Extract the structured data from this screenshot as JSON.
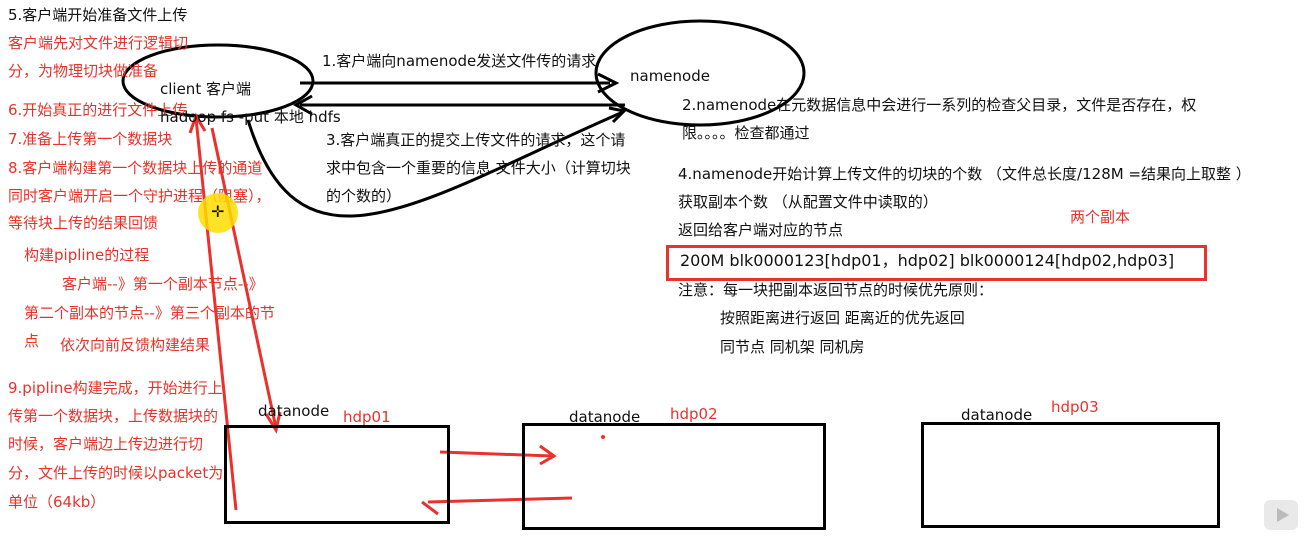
{
  "left": {
    "step5_title": "5.客户端开始准备文件上传",
    "step5_l1": "客户端先对文件进行逻辑切",
    "step5_l2": "分，为物理切块做准备",
    "step6": "6.开始真正的进行文件上传",
    "step7": "7.准备上传第一个数据块",
    "step8_l1": "8.客户端构建第一个数据块上传的通道",
    "step8_l2": "同时客户端开启一个守护进程（阻塞），",
    "step8_l3": "等待块上传的结果回馈",
    "pipe_l1": "构建pipline的过程",
    "pipe_l2": "客户端--》第一个副本节点--》",
    "pipe_l3": "第二个副本的节点--》第三个副本的节",
    "pipe_l4": "点",
    "pipe_l5": "依次向前反馈构建结果",
    "step9_l1": "9.pipline构建完成，开始进行上",
    "step9_l2": "传第一个数据块，上传数据块的",
    "step9_l3": "时候，客户端边上传边进行切",
    "step9_l4": "分，文件上传的时候以packet为",
    "step9_l5": "单位（64kb）"
  },
  "client": {
    "label": "client  客户端",
    "command": "hadoop fs -put 本地 hdfs"
  },
  "namenode": {
    "label": "namenode"
  },
  "arrows": {
    "a1": "1.客户端向namenode发送文件传的请求",
    "a3_l1": "3.客户端真正的提交上传文件的请求，这个请",
    "a3_l2": "求中包含一个重要的信息  文件大小（计算切块",
    "a3_l3": "的个数的）"
  },
  "right": {
    "n2_l1": "2.namenode在元数据信息中会进行一系列的检查父目录，文件是否存在，权",
    "n2_l2": "限。。。。检查都通过",
    "n4_l1": "4.namenode开始计算上传文件的切块的个数 （文件总长度/128M =结果向上取整 ）",
    "n4_l2": "获取副本个数 （从配置文件中读取的）",
    "n4_l3": "返回给客户端对应的节点",
    "two_replicas": "两个副本",
    "blocks": "200M blk0000123[hdp01，hdp02]     blk0000124[hdp02,hdp03]",
    "note_l1": "注意：每一块把副本返回节点的时候优先原则：",
    "note_l2": "按照距离进行返回  距离近的优先返回",
    "note_l3": "同节点  同机架  同机房"
  },
  "datanodes": [
    {
      "label": "datanode",
      "host": "hdp01"
    },
    {
      "label": "datanode",
      "host": "hdp02"
    },
    {
      "label": "datanode",
      "host": "hdp03"
    }
  ],
  "colors": {
    "red": "#e8322b",
    "black": "#000000",
    "cursor": "#ffdc00"
  }
}
